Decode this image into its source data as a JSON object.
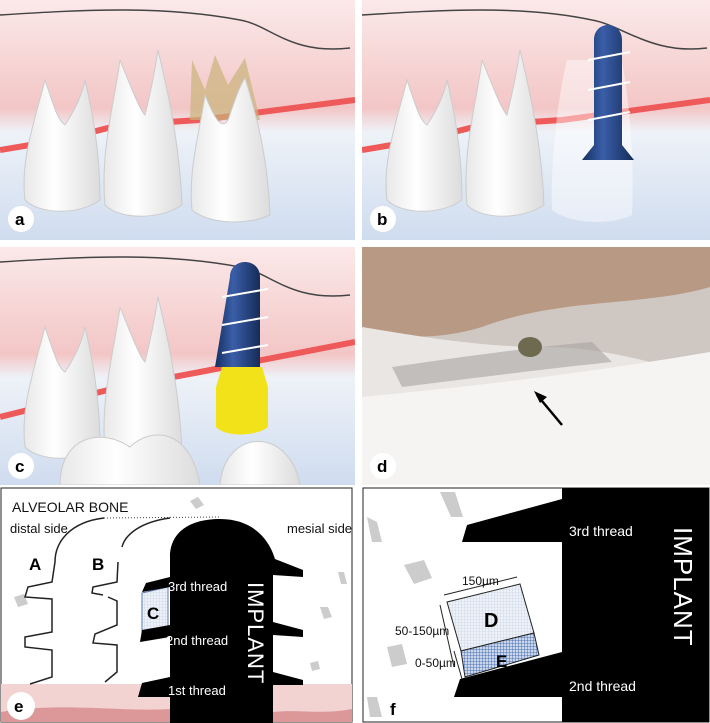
{
  "panels": {
    "a": {
      "label": "a"
    },
    "b": {
      "label": "b"
    },
    "c": {
      "label": "c"
    },
    "d": {
      "label": "d"
    },
    "e": {
      "label": "e",
      "title": "ALVEOLAR  BONE",
      "distal": "distal side",
      "mesial": "mesial side",
      "regions": [
        "A",
        "B",
        "C"
      ],
      "threads": [
        "3rd thread",
        "2nd thread",
        "1st thread"
      ],
      "implant": "IMPLANT"
    },
    "f": {
      "label": "f",
      "threads": [
        "3rd thread",
        "2nd thread"
      ],
      "implant": "IMPLANT",
      "regions": [
        "D",
        "E"
      ],
      "width": "150µm",
      "depth_outer": "50-150µm",
      "depth_inner": "0-50µm"
    }
  },
  "colors": {
    "implant_blue": "#1f3d7a",
    "abutment_yellow": "#f2e21a",
    "nerve_red": "#ee5a5a",
    "gum_pink": "#f3c9c9",
    "bone_blue": "#dfe8f4"
  }
}
